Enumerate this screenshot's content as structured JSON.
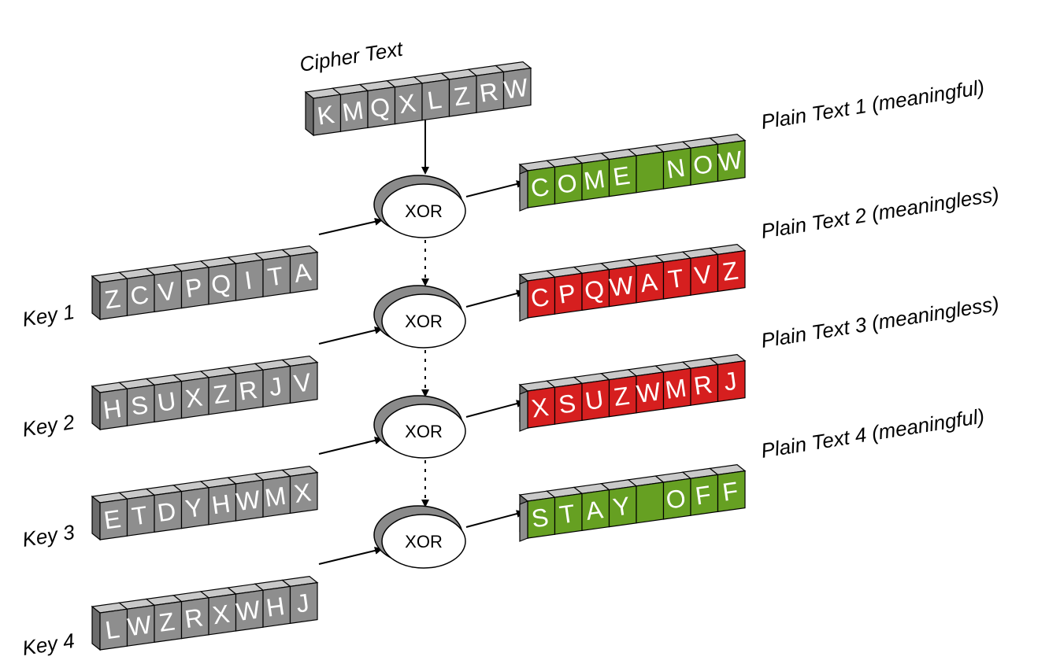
{
  "cipher": {
    "label": "Cipher Text",
    "letters": [
      "K",
      "M",
      "Q",
      "X",
      "L",
      "Z",
      "R",
      "W"
    ]
  },
  "keys": [
    {
      "label": "Key 1",
      "letters": [
        "Z",
        "C",
        "V",
        "P",
        "Q",
        "I",
        "T",
        "A"
      ]
    },
    {
      "label": "Key 2",
      "letters": [
        "H",
        "S",
        "U",
        "X",
        "Z",
        "R",
        "J",
        "V"
      ]
    },
    {
      "label": "Key 3",
      "letters": [
        "E",
        "T",
        "D",
        "Y",
        "H",
        "W",
        "M",
        "X"
      ]
    },
    {
      "label": "Key 4",
      "letters": [
        "L",
        "W",
        "Z",
        "R",
        "X",
        "W",
        "H",
        "J"
      ]
    }
  ],
  "xor_label": "XOR",
  "plaintexts": [
    {
      "label": "Plain Text 1 (meaningful)",
      "letters": [
        "C",
        "O",
        "M",
        "E",
        "",
        "N",
        "O",
        "W"
      ],
      "status": "meaningful"
    },
    {
      "label": "Plain Text 2 (meaningless)",
      "letters": [
        "C",
        "P",
        "Q",
        "W",
        "A",
        "T",
        "V",
        "Z"
      ],
      "status": "meaningless"
    },
    {
      "label": "Plain Text 3 (meaningless)",
      "letters": [
        "X",
        "S",
        "U",
        "Z",
        "W",
        "M",
        "R",
        "J"
      ],
      "status": "meaningless"
    },
    {
      "label": "Plain Text 4 (meaningful)",
      "letters": [
        "S",
        "T",
        "A",
        "Y",
        "",
        "O",
        "F",
        "F"
      ],
      "status": "meaningful"
    }
  ],
  "colors": {
    "cell_gray": "#8e8e8e",
    "meaningful_green": "#66a022",
    "meaningless_red": "#d61f1f"
  }
}
